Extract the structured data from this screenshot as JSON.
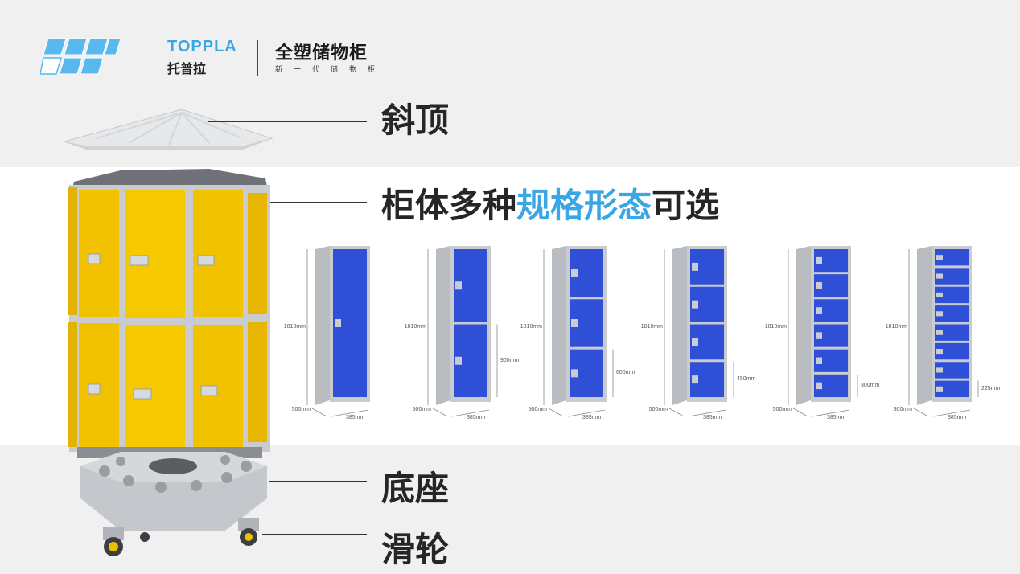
{
  "brand": {
    "name_en": "TOPPLA",
    "name_cn": "托普拉",
    "product_title": "全塑储物柜",
    "product_subtitle": "新一代储物柜",
    "accent_color": "#3aa6e6"
  },
  "labels": {
    "top": "斜顶",
    "body_prefix": "柜体多种",
    "body_highlight": "规格形态",
    "body_suffix": "可选",
    "base": "底座",
    "wheels": "滑轮"
  },
  "colors": {
    "locker_yellow": "#f2c200",
    "locker_blue": "#2f4fd6",
    "frame_gray": "#c8ccd0"
  },
  "locker_variants": [
    {
      "doors": 1,
      "height": "1810mm",
      "depth": "500mm",
      "width": "385mm",
      "door_height": ""
    },
    {
      "doors": 2,
      "height": "1810mm",
      "depth": "500mm",
      "width": "385mm",
      "door_height": "900mm"
    },
    {
      "doors": 3,
      "height": "1810mm",
      "depth": "500mm",
      "width": "385mm",
      "door_height": "600mm"
    },
    {
      "doors": 4,
      "height": "1810mm",
      "depth": "500mm",
      "width": "385mm",
      "door_height": "450mm"
    },
    {
      "doors": 6,
      "height": "1810mm",
      "depth": "500mm",
      "width": "385mm",
      "door_height": "300mm"
    },
    {
      "doors": 8,
      "height": "1810mm",
      "depth": "500mm",
      "width": "385mm",
      "door_height": "225mm"
    }
  ]
}
